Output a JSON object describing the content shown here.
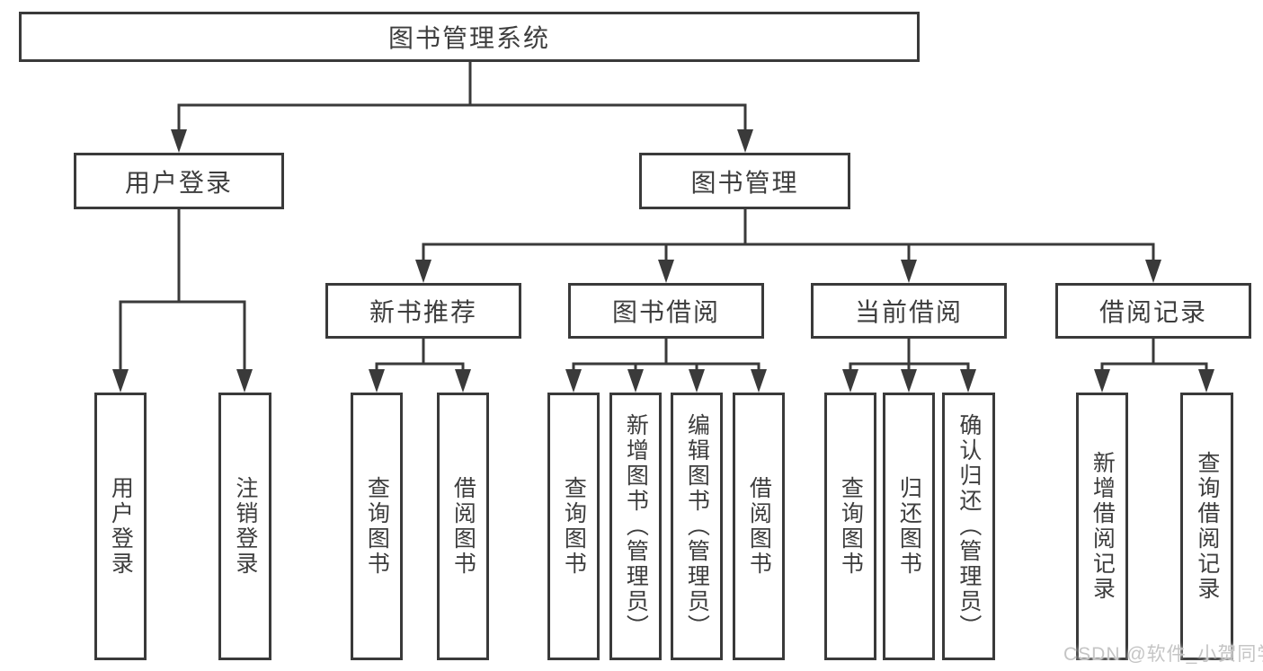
{
  "diagram_title": "图书管理系统",
  "watermark": "CSDN @软件_小贺同学",
  "colors": {
    "line": "#3a3a3a",
    "box_border": "#3a3a3a",
    "text": "#3d3d3d",
    "background": "#ffffff",
    "watermark": "#c5c5c5"
  },
  "nodes": {
    "root": "图书管理系统",
    "level2": [
      "用户登录",
      "图书管理"
    ],
    "level3": [
      "新书推荐",
      "图书借阅",
      "当前借阅",
      "借阅记录"
    ],
    "leaves": {
      "user_login": [
        "用户登录",
        "注销登录"
      ],
      "new_book_recommend": [
        "查询图书",
        "借阅图书"
      ],
      "book_borrow": [
        "查询图书",
        "新增图书（管理员）",
        "编辑图书（管理员）",
        "借阅图书"
      ],
      "current_borrow": [
        "查询图书",
        "归还图书",
        "确认归还（管理员）"
      ],
      "borrow_records": [
        "新增借阅记录",
        "查询借阅记录"
      ]
    }
  }
}
